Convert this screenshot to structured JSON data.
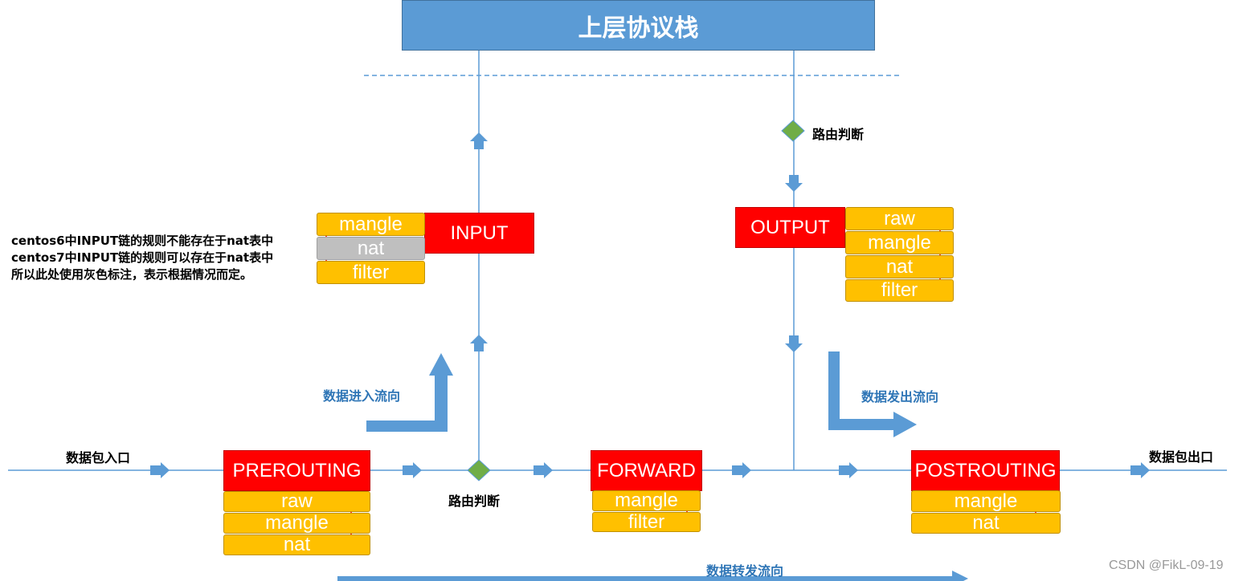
{
  "header": {
    "title": "上层协议栈"
  },
  "chains": {
    "prerouting": {
      "name": "PREROUTING",
      "tables": [
        "raw",
        "mangle",
        "nat"
      ]
    },
    "input": {
      "name": "INPUT",
      "tables": [
        "mangle",
        "nat",
        "filter"
      ]
    },
    "forward": {
      "name": "FORWARD",
      "tables": [
        "mangle",
        "filter"
      ]
    },
    "output": {
      "name": "OUTPUT",
      "tables": [
        "raw",
        "mangle",
        "nat",
        "filter"
      ]
    },
    "postrouting": {
      "name": "POSTROUTING",
      "tables": [
        "mangle",
        "nat"
      ]
    }
  },
  "labels": {
    "packet_in": "数据包入口",
    "packet_out": "数据包出口",
    "route_decision_bottom": "路由判断",
    "route_decision_top": "路由判断",
    "flow_in": "数据进入流向",
    "flow_out": "数据发出流向",
    "flow_forward": "数据转发流向"
  },
  "note": {
    "lines": [
      "centos6中INPUT链的规则不能存在于nat表中",
      "centos7中INPUT链的规则可以存在于nat表中",
      "所以此处使用灰色标注，表示根据情况而定。"
    ]
  },
  "watermark": "CSDN @FikL-09-19",
  "colors": {
    "header": "#5b9bd5",
    "chain": "#ff0000",
    "table": "#ffc000",
    "table_conditional": "#bfbfbf",
    "line": "#5b9bd5",
    "decision": "#70ad47",
    "order_arrow": "#ff0000",
    "flow_text": "#2e75b6"
  }
}
